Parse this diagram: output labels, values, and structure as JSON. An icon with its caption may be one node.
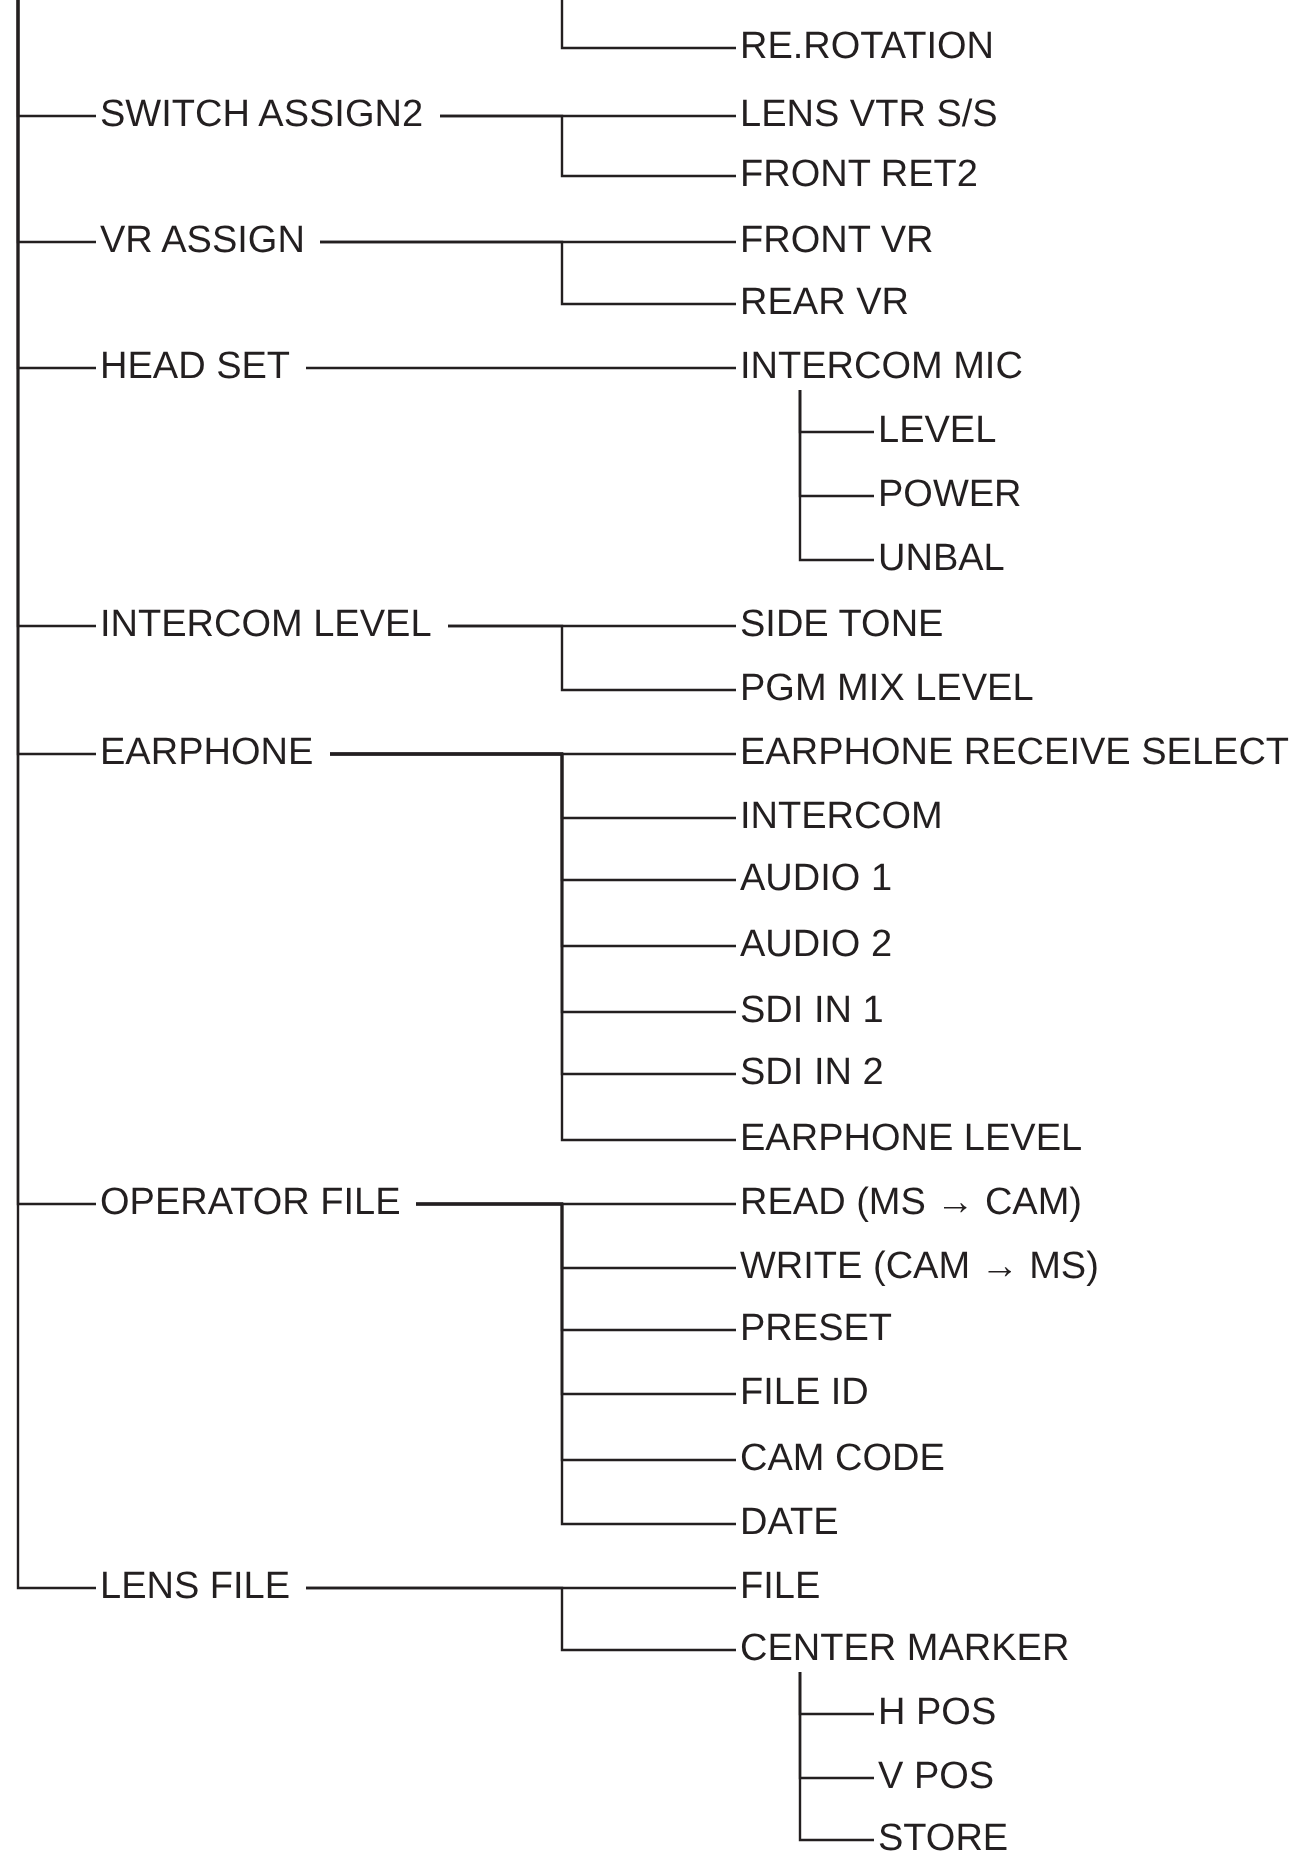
{
  "diagram": {
    "nodes": [
      {
        "text": [
          "RE.ROTATION"
        ]
      },
      {
        "text": [
          "SWITCH ASSIGN2"
        ]
      },
      {
        "text": [
          "LENS VTR S/S"
        ]
      },
      {
        "text": [
          "FRONT RET2"
        ]
      },
      {
        "text": [
          "VR ASSIGN"
        ]
      },
      {
        "text": [
          "FRONT VR"
        ]
      },
      {
        "text": [
          "REAR VR"
        ]
      },
      {
        "text": [
          "HEAD SET"
        ]
      },
      {
        "text": [
          "INTERCOM MIC"
        ]
      },
      {
        "text": [
          "LEVEL"
        ]
      },
      {
        "text": [
          "POWER"
        ]
      },
      {
        "text": [
          "UNBAL"
        ]
      },
      {
        "text": [
          "INTERCOM LEVEL"
        ]
      },
      {
        "text": [
          "SIDE TONE"
        ]
      },
      {
        "text": [
          "PGM MIX LEVEL"
        ]
      },
      {
        "text": [
          "EARPHONE"
        ]
      },
      {
        "text": [
          "EARPHONE RECEIVE SELECT"
        ]
      },
      {
        "text": [
          "INTERCOM"
        ]
      },
      {
        "text": [
          "AUDIO 1"
        ]
      },
      {
        "text": [
          "AUDIO 2"
        ]
      },
      {
        "text": [
          "SDI IN 1"
        ]
      },
      {
        "text": [
          "SDI IN 2"
        ]
      },
      {
        "text": [
          "EARPHONE LEVEL"
        ]
      },
      {
        "text": [
          "OPERATOR FILE"
        ]
      },
      {
        "text": [
          "READ (MS → CAM)"
        ]
      },
      {
        "text": [
          "WRITE (CAM → MS)"
        ]
      },
      {
        "text": [
          "PRESET"
        ]
      },
      {
        "text": [
          "FILE ID"
        ]
      },
      {
        "text": [
          "CAM CODE"
        ]
      },
      {
        "text": [
          "DATE"
        ]
      },
      {
        "text": [
          "LENS FILE"
        ]
      },
      {
        "text": [
          "FILE"
        ]
      },
      {
        "text": [
          "CENTER MARKER"
        ]
      },
      {
        "text": [
          "H POS"
        ]
      },
      {
        "text": [
          "V POS"
        ]
      },
      {
        "text": [
          "STORE"
        ]
      }
    ],
    "edges": [
      {
        "from": null,
        "to": 0,
        "arrow": "none"
      },
      {
        "from": null,
        "to": 1,
        "arrow": "none"
      },
      {
        "from": 1,
        "to": 2,
        "arrow": "none"
      },
      {
        "from": 1,
        "to": 3,
        "arrow": "none"
      },
      {
        "from": null,
        "to": 4,
        "arrow": "none"
      },
      {
        "from": 4,
        "to": 5,
        "arrow": "none"
      },
      {
        "from": 4,
        "to": 6,
        "arrow": "none"
      },
      {
        "from": null,
        "to": 7,
        "arrow": "none"
      },
      {
        "from": 7,
        "to": 8,
        "arrow": "none"
      },
      {
        "from": 8,
        "to": 9,
        "arrow": "none"
      },
      {
        "from": 8,
        "to": 10,
        "arrow": "none"
      },
      {
        "from": 8,
        "to": 11,
        "arrow": "none"
      },
      {
        "from": null,
        "to": 12,
        "arrow": "none"
      },
      {
        "from": 12,
        "to": 13,
        "arrow": "none"
      },
      {
        "from": 12,
        "to": 14,
        "arrow": "none"
      },
      {
        "from": null,
        "to": 15,
        "arrow": "none"
      },
      {
        "from": 15,
        "to": 16,
        "arrow": "none"
      },
      {
        "from": 15,
        "to": 17,
        "arrow": "none"
      },
      {
        "from": 15,
        "to": 18,
        "arrow": "none"
      },
      {
        "from": 15,
        "to": 19,
        "arrow": "none"
      },
      {
        "from": 15,
        "to": 20,
        "arrow": "none"
      },
      {
        "from": 15,
        "to": 21,
        "arrow": "none"
      },
      {
        "from": 15,
        "to": 22,
        "arrow": "none"
      },
      {
        "from": null,
        "to": 23,
        "arrow": "none"
      },
      {
        "from": 23,
        "to": 24,
        "arrow": "none"
      },
      {
        "from": 23,
        "to": 25,
        "arrow": "none"
      },
      {
        "from": 23,
        "to": 26,
        "arrow": "none"
      },
      {
        "from": 23,
        "to": 27,
        "arrow": "none"
      },
      {
        "from": 23,
        "to": 28,
        "arrow": "none"
      },
      {
        "from": 23,
        "to": 29,
        "arrow": "none"
      },
      {
        "from": null,
        "to": 30,
        "arrow": "none"
      },
      {
        "from": 30,
        "to": 31,
        "arrow": "none"
      },
      {
        "from": 30,
        "to": 32,
        "arrow": "none"
      },
      {
        "from": 32,
        "to": 33,
        "arrow": "none"
      },
      {
        "from": 32,
        "to": 34,
        "arrow": "none"
      },
      {
        "from": 32,
        "to": 35,
        "arrow": "none"
      }
    ]
  }
}
